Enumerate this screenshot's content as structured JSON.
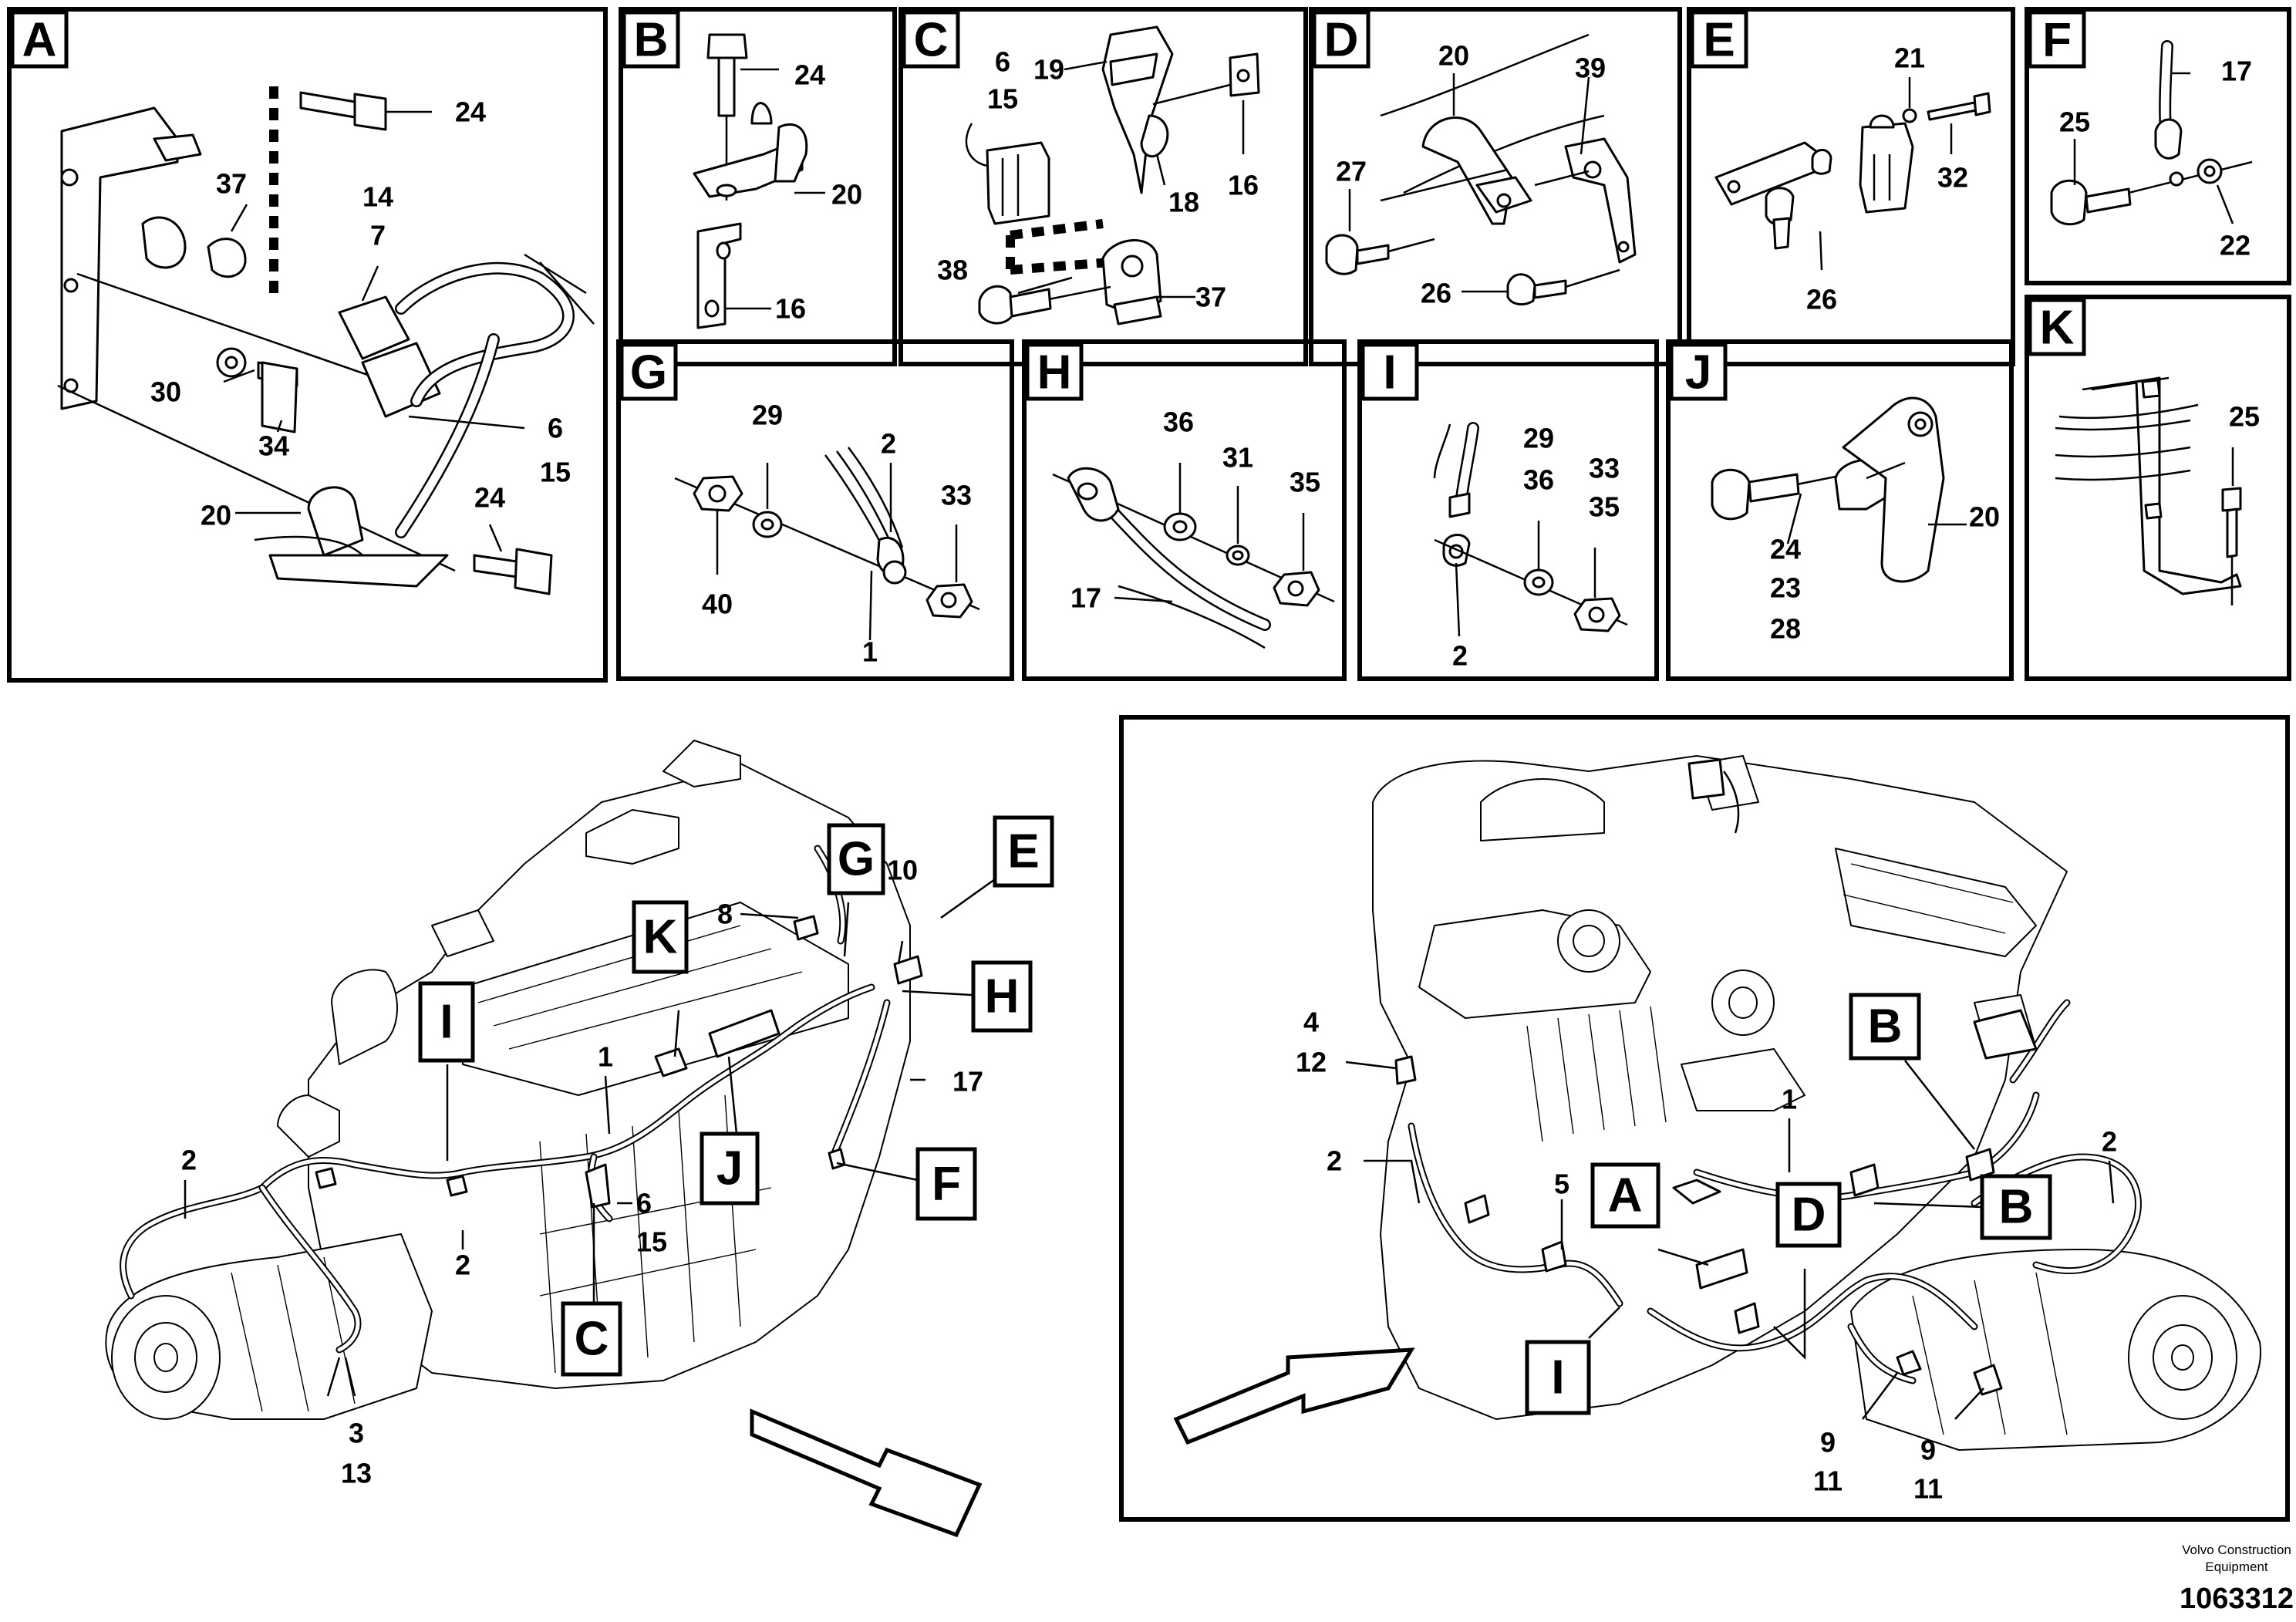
{
  "panels": {
    "A": {
      "tag": "A",
      "labels": [
        "24",
        "37",
        "14",
        "7",
        "30",
        "34",
        "6",
        "15",
        "20",
        "24"
      ]
    },
    "B": {
      "tag": "B",
      "labels": [
        "24",
        "20",
        "16"
      ]
    },
    "C": {
      "tag": "C",
      "labels": [
        "6",
        "15",
        "19",
        "18",
        "16",
        "38",
        "37"
      ]
    },
    "D": {
      "tag": "D",
      "labels": [
        "20",
        "39",
        "27",
        "26"
      ]
    },
    "E": {
      "tag": "E",
      "labels": [
        "21",
        "32",
        "26"
      ]
    },
    "F": {
      "tag": "F",
      "labels": [
        "17",
        "25",
        "22"
      ]
    },
    "G": {
      "tag": "G",
      "labels": [
        "29",
        "2",
        "33",
        "40",
        "1"
      ]
    },
    "H": {
      "tag": "H",
      "labels": [
        "36",
        "31",
        "35",
        "17"
      ]
    },
    "I": {
      "tag": "I",
      "labels": [
        "29",
        "36",
        "33",
        "35",
        "2"
      ]
    },
    "J": {
      "tag": "J",
      "labels": [
        "24",
        "23",
        "28",
        "20"
      ]
    },
    "K": {
      "tag": "K",
      "labels": [
        "25"
      ]
    }
  },
  "main_left": {
    "callouts": [
      "I",
      "K",
      "G",
      "E",
      "H",
      "J",
      "F",
      "C"
    ],
    "labels": [
      "8",
      "10",
      "1",
      "17",
      "2",
      "6",
      "15",
      "2",
      "3",
      "13"
    ]
  },
  "main_right": {
    "callouts": [
      "B",
      "A",
      "D",
      "B",
      "I"
    ],
    "labels": [
      "4",
      "12",
      "1",
      "2",
      "5",
      "2",
      "9",
      "11",
      "9",
      "11"
    ]
  },
  "footer": {
    "brand_line1": "Volvo Construction",
    "brand_line2": "Equipment",
    "drawing_number": "1063312"
  }
}
